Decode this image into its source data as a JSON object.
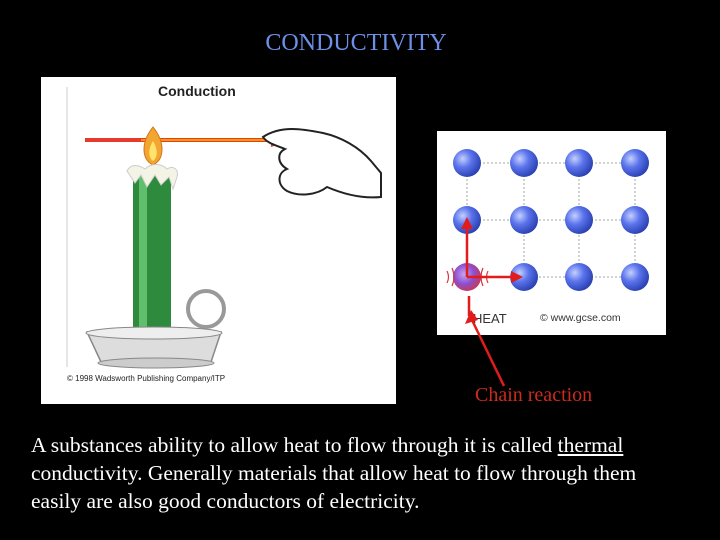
{
  "slide": {
    "title": "CONDUCTIVITY",
    "caption": "Chain reaction",
    "body_before": "A substances ability to allow heat to flow through it is called ",
    "body_underlined": "thermal",
    "body_after": " conductivity. Generally materials that allow heat to flow through them easily are also good conductors of electricity."
  },
  "left_figure": {
    "heading": "Conduction",
    "credit": "© 1998 Wadsworth Publishing Company/ITP"
  },
  "right_figure": {
    "heat_label": "HEAT",
    "source_label": "© www.gcse.com"
  },
  "colors": {
    "title": "#6d8fe8",
    "caption": "#cc2a1e",
    "arrow": "#e21b1b",
    "candle": "#2e8a3c",
    "atom": "#4f67e8"
  }
}
